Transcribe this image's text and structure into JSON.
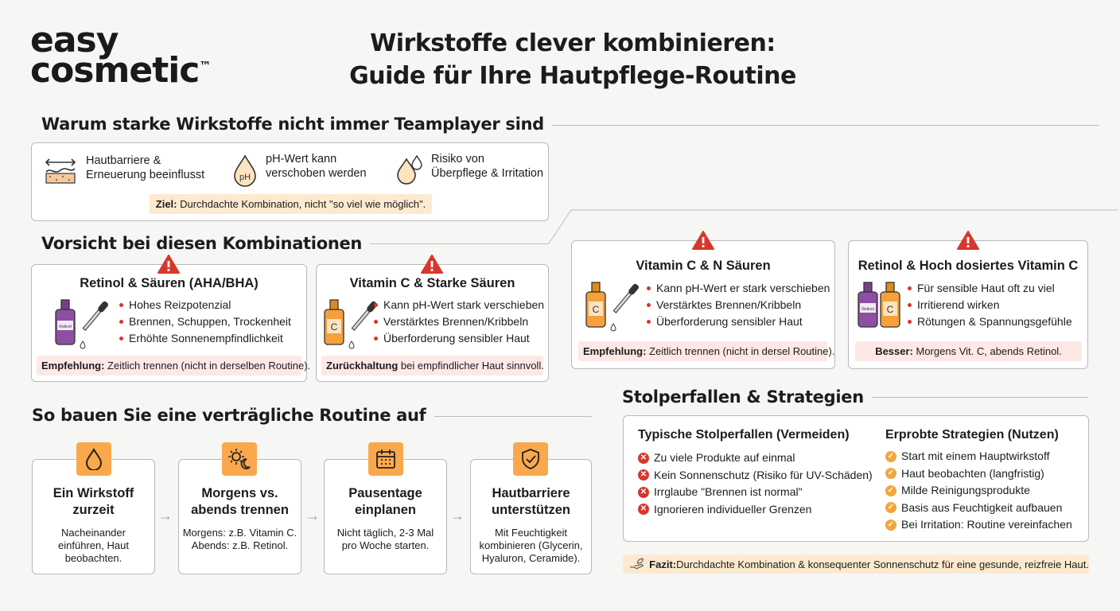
{
  "logo": {
    "line1": "easy",
    "line2": "cosmetic",
    "tm": "™"
  },
  "title": {
    "line1": "Wirkstoffe clever kombinieren:",
    "line2": "Guide für Ihre Hautpflege-Routine"
  },
  "teamplayer": {
    "heading": "Warum starke Wirkstoffe nicht immer Teamplayer sind",
    "items": [
      {
        "icon": "skin-layers-icon",
        "line1": "Hautbarriere &",
        "line2": "Erneuerung beeinflusst"
      },
      {
        "icon": "ph-drop-icon",
        "line1": "pH-Wert kann",
        "line2": "verschoben werden"
      },
      {
        "icon": "drops-icon",
        "line1": "Risiko von",
        "line2": "Überpflege & Irritation"
      }
    ],
    "goal_label": "Ziel:",
    "goal_text": " Durchdachte Kombination, nicht \"so viel wie möglich\"."
  },
  "caution": {
    "heading": "Vorsicht bei diesen Kombinationen",
    "cards": [
      {
        "title": "Retinol & Säuren (AHA/BHA)",
        "bottle_label": "Retinol",
        "bullets": [
          "Hohes Reizpotenzial",
          "Brennen, Schuppen, Trockenheit",
          "Erhöhte Sonnenempfindlichkeit"
        ],
        "note_label": "Empfehlung:",
        "note_text": " Zeitlich trennen (nicht in derselben Routine)."
      },
      {
        "title": "Vitamin C & Starke Säuren",
        "bottle_label": "C",
        "bullets": [
          "Kann pH-Wert stark verschieben",
          "Verstärktes Brennen/Kribbeln",
          "Überforderung sensibler Haut"
        ],
        "note_label": "Zurückhaltung",
        "note_text": " bei empfindlicher Haut sinnvoll."
      },
      {
        "title": "Vitamin C & N Säuren",
        "bottle_label": "C",
        "bullets": [
          "Kann pH-Wert er stark verschieben",
          "Verstärktes Brennen/Kribbeln",
          "Überforderung sensibler Haut"
        ],
        "note_label": "Empfehlung:",
        "note_text": " Zeitlich trennen (nicht in dersel Routine)."
      },
      {
        "title": "Retinol & Hoch dosiertes Vitamin C",
        "bottle_label": "Retinol",
        "bottle_label2": "C",
        "bullets": [
          "Für sensible Haut oft zu viel",
          "Irritierend wirken",
          "Rötungen & Spannungsgefühle"
        ],
        "note_label": "Besser:",
        "note_text": " Morgens Vit. C, abends Retinol."
      }
    ]
  },
  "routine": {
    "heading": "So bauen Sie eine verträgliche Routine auf",
    "steps": [
      {
        "icon": "drop-icon",
        "title1": "Ein Wirkstoff",
        "title2": "zurzeit",
        "d1": "Nacheinander",
        "d2": "einführen, Haut",
        "d3": "beobachten."
      },
      {
        "icon": "sun-moon-icon",
        "title1": "Morgens vs.",
        "title2": "abends trennen",
        "d1": "Morgens: z.B. Vitamin C.",
        "d2": "Abends: z.B. Retinol.",
        "d3": ""
      },
      {
        "icon": "calendar-icon",
        "title1": "Pausentage",
        "title2": "einplanen",
        "d1": "Nicht täglich, 2-3 Mal",
        "d2": "pro Woche starten.",
        "d3": ""
      },
      {
        "icon": "shield-check-icon",
        "title1": "Hautbarriere",
        "title2": "unterstützen",
        "d1": "Mit Feuchtigkeit",
        "d2": "kombinieren (Glycerin,",
        "d3": "Hyaluron, Ceramide)."
      }
    ],
    "arrow": "→"
  },
  "pitfalls": {
    "heading": "Stolperfallen & Strategien",
    "avoid_heading": "Typische Stolperfallen (Vermeiden)",
    "avoid": [
      "Zu viele Produkte auf einmal",
      "Kein Sonnenschutz (Risiko für UV-Schäden)",
      "Irrglaube \"Brennen ist normal\"",
      "Ignorieren individueller Grenzen"
    ],
    "use_heading": "Erprobte Strategien (Nutzen)",
    "use": [
      "Start mit einem Hauptwirkstoff",
      "Haut beobachten (langfristig)",
      "Milde Reinigungsprodukte",
      "Basis aus Feuchtigkeit aufbauen",
      "Bei Irritation: Routine vereinfachen"
    ]
  },
  "fazit": {
    "label": "Fazit:",
    "text": " Durchdachte Kombination & konsequenter Sonnenschutz für eine gesunde, reizfreie Haut."
  },
  "colors": {
    "accent_orange": "#f9a94c",
    "warning_red": "#d7372d",
    "note_pink": "#fde8e6",
    "note_orange": "#fde9cf"
  }
}
